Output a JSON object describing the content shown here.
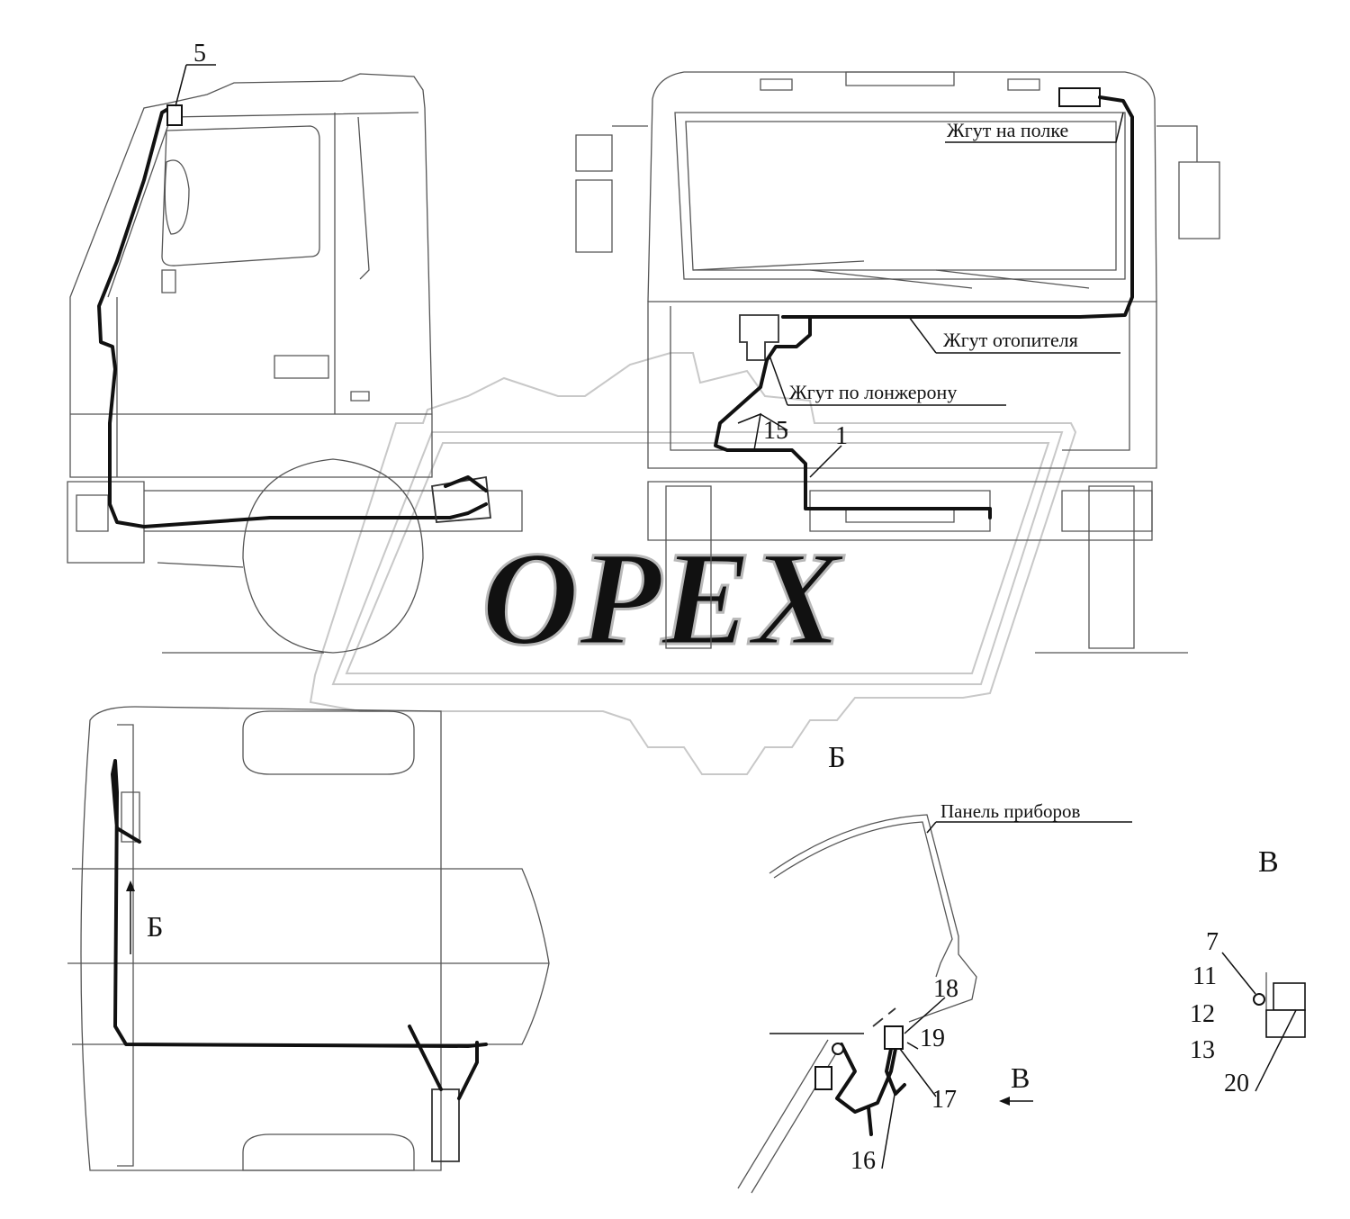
{
  "watermark": {
    "text": "OPEX"
  },
  "harness_labels": {
    "shelf": "Жгут на полке",
    "heater": "Жгут отопителя",
    "spar": "Жгут по лонжерону",
    "panel": "Панель приборов"
  },
  "view_labels": {
    "b_main": "Б",
    "b_arrow": "Б",
    "v_arrow": "В",
    "v_view": "В"
  },
  "callouts": {
    "n1": "1",
    "n5": "5",
    "n7": "7",
    "n11": "11",
    "n12": "12",
    "n13": "13",
    "n15": "15",
    "n16": "16",
    "n17": "17",
    "n18": "18",
    "n19": "19",
    "n20": "20"
  }
}
